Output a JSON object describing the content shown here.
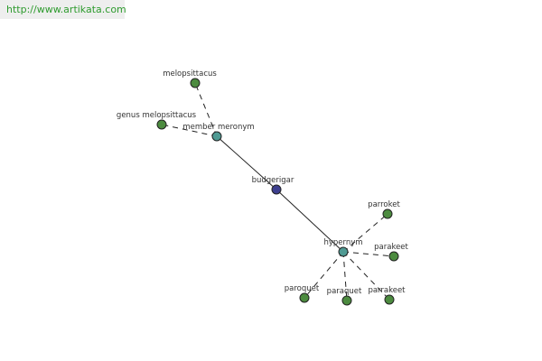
{
  "header": {
    "link_text": "http://www.artikata.com"
  },
  "colors": {
    "center_node": "#3d3f8f",
    "relation_node": "#4f9a93",
    "term_node": "#4c8b3f",
    "link_text": "#2e9b2e"
  },
  "graph": {
    "nodes": [
      {
        "id": "budgerigar",
        "label": "budgerigar",
        "kind": "center"
      },
      {
        "id": "member-meronym",
        "label": "member meronym",
        "kind": "relation"
      },
      {
        "id": "hypernym",
        "label": "hypernym",
        "kind": "relation"
      },
      {
        "id": "melopsittacus",
        "label": "melopsittacus",
        "kind": "term"
      },
      {
        "id": "genus-melopsittacus",
        "label": "genus melopsittacus",
        "kind": "term"
      },
      {
        "id": "parroket",
        "label": "parroket",
        "kind": "term"
      },
      {
        "id": "parakeet-1",
        "label": "parakeet",
        "kind": "term"
      },
      {
        "id": "parrakeet",
        "label": "parrakeet",
        "kind": "term"
      },
      {
        "id": "paraquet",
        "label": "paraquet",
        "kind": "term"
      },
      {
        "id": "paroquet",
        "label": "paroquet",
        "kind": "term"
      }
    ],
    "edges": [
      {
        "from": "budgerigar",
        "to": "member-meronym",
        "style": "solid"
      },
      {
        "from": "budgerigar",
        "to": "hypernym",
        "style": "solid"
      },
      {
        "from": "member-meronym",
        "to": "melopsittacus",
        "style": "dashed"
      },
      {
        "from": "member-meronym",
        "to": "genus-melopsittacus",
        "style": "dashed"
      },
      {
        "from": "hypernym",
        "to": "parroket",
        "style": "dashed"
      },
      {
        "from": "hypernym",
        "to": "parakeet-1",
        "style": "dashed"
      },
      {
        "from": "hypernym",
        "to": "parrakeet",
        "style": "dashed"
      },
      {
        "from": "hypernym",
        "to": "paraquet",
        "style": "dashed"
      },
      {
        "from": "hypernym",
        "to": "paroquet",
        "style": "dashed"
      }
    ]
  }
}
